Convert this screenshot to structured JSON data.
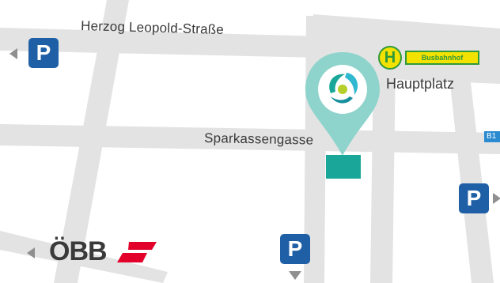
{
  "map": {
    "streets": {
      "herzog_leopold": "Herzog Leopold-Straße",
      "sparkassengasse": "Sparkassengasse"
    },
    "places": {
      "hauptplatz": "Hauptplatz"
    },
    "bus_stop": {
      "letter": "H",
      "label": "Busbahnhof"
    },
    "road_sign": {
      "label": "B1"
    },
    "railway": {
      "label": "ÖBB"
    },
    "parking": {
      "label": "P",
      "count": 3
    },
    "colors": {
      "road": "#e3e3e3",
      "parking": "#1e5fa6",
      "pin_light": "#8ed4cc",
      "pin_dark": "#1aa79a",
      "bus_sign": "#f3e100",
      "bus_sign_border": "#2f9a3a",
      "road_sign": "#2a8bd0",
      "railway_red": "#e2002a",
      "arrow": "#8f8f8f"
    },
    "icons": [
      "parking-icon",
      "location-pin-icon",
      "bus-stop-icon",
      "railway-logo",
      "direction-arrow-icon"
    ]
  }
}
